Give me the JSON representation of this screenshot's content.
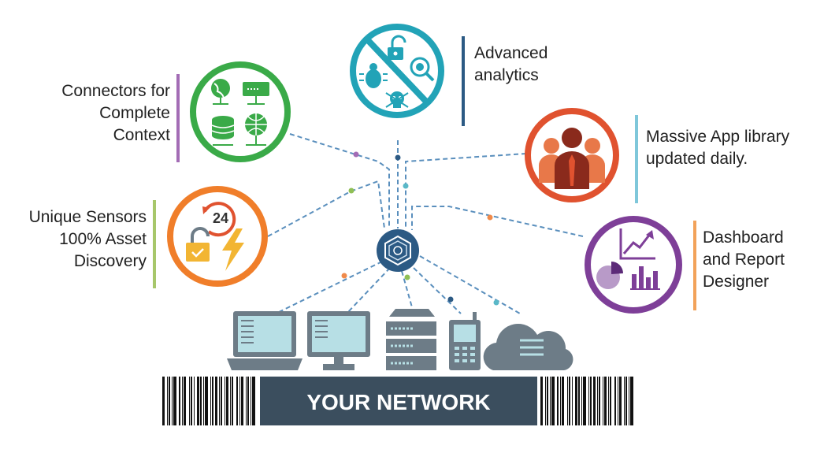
{
  "labels": {
    "connectors": [
      "Connectors for",
      "Complete",
      "Context"
    ],
    "sensors": [
      "Unique Sensors",
      "100% Asset",
      "Discovery"
    ],
    "analytics": [
      "Advanced",
      "analytics"
    ],
    "app_library": [
      "Massive App library",
      "updated daily."
    ],
    "dashboard": [
      "Dashboard",
      "and Report",
      "Designer"
    ]
  },
  "sensor_badge_number": "24",
  "banner": {
    "title": "YOUR NETWORK"
  },
  "colors": {
    "connectors": "#3aaa48",
    "sensors": "#f07e2a",
    "analytics": "#22a3b7",
    "app_library": "#e0522f",
    "dashboard": "#7e3f98",
    "hub": "#2c5a84",
    "device": "#6d7c87",
    "banner": "#3b4e5e",
    "dashed_line": "#5a8fbd"
  },
  "icons": {
    "connectors": [
      "globe-icon",
      "server-rack-icon",
      "database-icon",
      "network-globe-icon"
    ],
    "sensors": [
      "clock-24-icon",
      "unlocked-padlock-icon",
      "lightning-icon"
    ],
    "analytics": [
      "padlock-icon",
      "bug-icon",
      "magnifier-bug-icon",
      "skull-icon",
      "prohibited-icon"
    ],
    "app_library": [
      "people-group-icon"
    ],
    "dashboard": [
      "line-chart-icon",
      "pie-chart-icon",
      "bar-chart-icon"
    ],
    "devices": [
      "laptop-icon",
      "desktop-monitor-icon",
      "server-stack-icon",
      "mobile-phone-icon",
      "cloud-icon"
    ],
    "hub": "hub-logo-icon"
  }
}
